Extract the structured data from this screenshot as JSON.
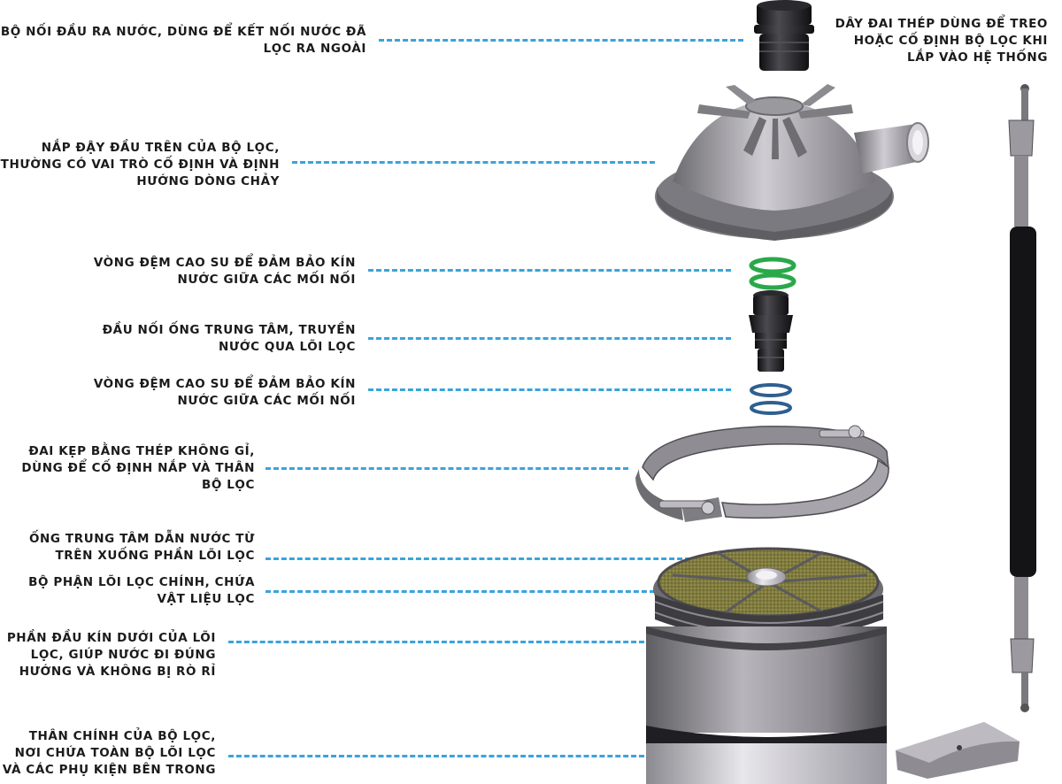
{
  "labels": [
    {
      "text": "BỘ NỐI ĐẦU RA NƯỚC, DÙNG ĐỂ KẾT NỐI NƯỚC ĐÃ\nLỌC RA NGOÀI"
    },
    {
      "text": "NẮP ĐẬY ĐẦU TRÊN CỦA BỘ LỌC,\nTHƯỜNG CÓ VAI TRÒ CỐ ĐỊNH VÀ ĐỊNH\nHƯỚNG DÒNG CHẢY"
    },
    {
      "text": "VÒNG ĐỆM CAO SU ĐỂ ĐẢM BẢO KÍN\nNƯỚC GIỮA CÁC MỐI NỐI"
    },
    {
      "text": "ĐẦU NỐI ỐNG TRUNG TÂM, TRUYỀN\nNƯỚC QUA LÕI LỌC"
    },
    {
      "text": "VÒNG ĐỆM CAO SU ĐỂ ĐẢM BẢO KÍN\nNƯỚC GIỮA CÁC MỐI NỐI"
    },
    {
      "text": "ĐAI KẸP BẰNG THÉP KHÔNG GỈ,\nDÙNG ĐỂ CỐ ĐỊNH NẮP VÀ THÂN\nBỘ LỌC"
    },
    {
      "text": "ỐNG TRUNG TÂM DẪN NƯỚC TỪ\nTRÊN XUỐNG PHẦN LÕI LỌC"
    },
    {
      "text": "BỘ PHẬN LÕI LỌC CHÍNH, CHỨA\nVẬT LIỆU LỌC"
    },
    {
      "text": "PHẦN ĐẦU KÍN DƯỚI CỦA LÕI\nLỌC, GIÚP NƯỚC ĐI ĐÚNG\nHƯỚNG VÀ KHÔNG BỊ RÒ RỈ"
    },
    {
      "text": "THÂN CHÍNH CỦA BỘ LỌC,\nNƠI CHỨA TOÀN BỘ LÕI LỌC\nVÀ CÁC PHỤ KIỆN BÊN TRONG"
    }
  ],
  "right_label": {
    "text": "DÂY ĐAI THÉP DÙNG ĐỂ TREO\nHOẶC CỐ ĐỊNH BỘ LỌC KHI\nLẮP VÀO HỆ THỐNG"
  },
  "colors": {
    "leader": "#3aa3dc",
    "oring_green": "#2aa84a",
    "oring_blue": "#2f5f8f",
    "filter_media": "#8a8444",
    "metal": "#a9a7ad",
    "rubber": "#1d1d1f"
  }
}
